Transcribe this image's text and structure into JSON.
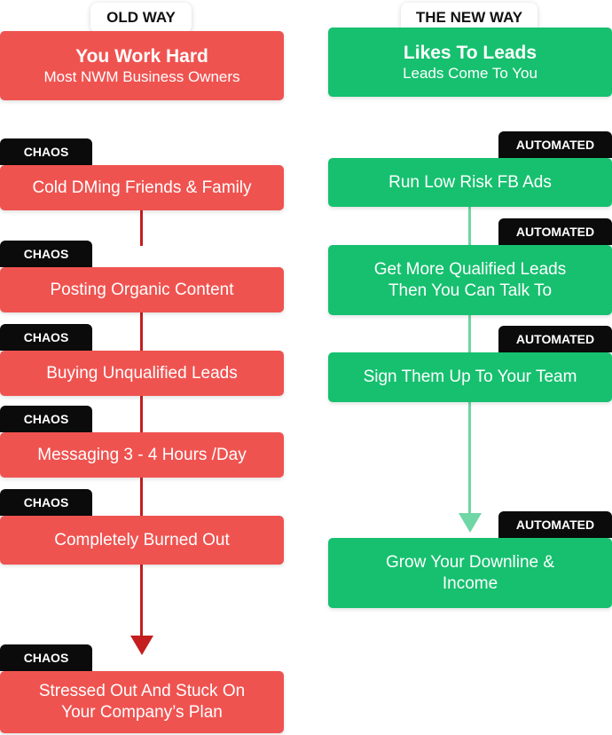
{
  "headers": {
    "old": "OLD WAY",
    "new": "THE NEW WAY"
  },
  "old_way": {
    "title": "You Work Hard",
    "subtitle": "Most NWM Business Owners",
    "tag_label": "CHAOS",
    "steps": [
      {
        "lines": [
          "Cold DMing  Friends & Family"
        ]
      },
      {
        "lines": [
          "Posting Organic Content"
        ]
      },
      {
        "lines": [
          "Buying Unqualified Leads"
        ]
      },
      {
        "lines": [
          "Messaging 3 - 4 Hours /Day"
        ]
      },
      {
        "lines": [
          "Completely Burned Out"
        ]
      },
      {
        "lines": [
          "Stressed Out And Stuck On",
          "Your Company’s Plan"
        ]
      }
    ]
  },
  "new_way": {
    "title": "Likes To Leads",
    "subtitle": "Leads Come To You",
    "tag_label": "AUTOMATED",
    "steps": [
      {
        "lines": [
          "Run Low Risk FB Ads"
        ]
      },
      {
        "lines": [
          "Get More Qualified Leads",
          "Then You Can Talk To"
        ]
      },
      {
        "lines": [
          "Sign Them Up To Your Team"
        ]
      },
      {
        "lines": [
          "Grow Your Downline &",
          "Income"
        ]
      }
    ]
  },
  "colors": {
    "old_box": "#ef5350",
    "new_box": "#16c06f",
    "old_connector": "#c41e1e",
    "new_connector": "#6fd6a5",
    "tag": "#0b0b0b"
  }
}
